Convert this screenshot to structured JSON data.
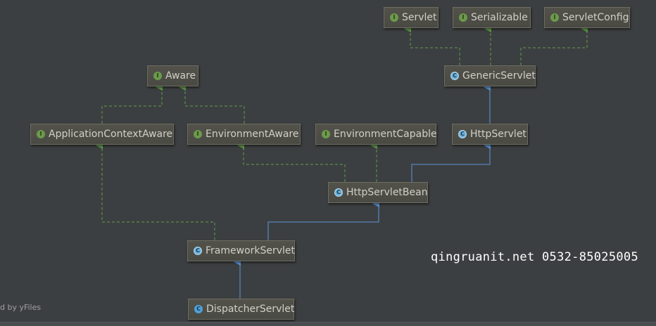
{
  "diagram": {
    "nodes": [
      {
        "id": "servlet",
        "label": "Servlet",
        "kind": "interface",
        "badge": "I"
      },
      {
        "id": "serializable",
        "label": "Serializable",
        "kind": "interface",
        "badge": "I"
      },
      {
        "id": "servletconfig",
        "label": "ServletConfig",
        "kind": "interface",
        "badge": "I"
      },
      {
        "id": "aware",
        "label": "Aware",
        "kind": "interface",
        "badge": "I"
      },
      {
        "id": "genericservlet",
        "label": "GenericServlet",
        "kind": "abstract",
        "badge": "C"
      },
      {
        "id": "appctxaware",
        "label": "ApplicationContextAware",
        "kind": "interface",
        "badge": "I"
      },
      {
        "id": "envaware",
        "label": "EnvironmentAware",
        "kind": "interface",
        "badge": "I"
      },
      {
        "id": "envcapable",
        "label": "EnvironmentCapable",
        "kind": "interface",
        "badge": "I"
      },
      {
        "id": "httpservlet",
        "label": "HttpServlet",
        "kind": "abstract",
        "badge": "C"
      },
      {
        "id": "httpservletbean",
        "label": "HttpServletBean",
        "kind": "abstract",
        "badge": "C"
      },
      {
        "id": "frameworkservlet",
        "label": "FrameworkServlet",
        "kind": "abstract",
        "badge": "C"
      },
      {
        "id": "dispatcherservlet",
        "label": "DispatcherServlet",
        "kind": "class",
        "badge": "C"
      }
    ],
    "relations": [
      {
        "from": "genericservlet",
        "to": "servlet",
        "type": "implements"
      },
      {
        "from": "genericservlet",
        "to": "serializable",
        "type": "implements"
      },
      {
        "from": "genericservlet",
        "to": "servletconfig",
        "type": "implements"
      },
      {
        "from": "httpservlet",
        "to": "genericservlet",
        "type": "extends"
      },
      {
        "from": "appctxaware",
        "to": "aware",
        "type": "extends-interface"
      },
      {
        "from": "envaware",
        "to": "aware",
        "type": "extends-interface"
      },
      {
        "from": "httpservletbean",
        "to": "envaware",
        "type": "implements"
      },
      {
        "from": "httpservletbean",
        "to": "envcapable",
        "type": "implements"
      },
      {
        "from": "httpservletbean",
        "to": "httpservlet",
        "type": "extends"
      },
      {
        "from": "frameworkservlet",
        "to": "appctxaware",
        "type": "implements"
      },
      {
        "from": "frameworkservlet",
        "to": "httpservletbean",
        "type": "extends"
      },
      {
        "from": "dispatcherservlet",
        "to": "frameworkservlet",
        "type": "extends"
      }
    ]
  },
  "colors": {
    "background": "#3c3f41",
    "implements_line": "#5f9e4a",
    "extends_line": "#5b96dc",
    "interface_badge": "#6b9a4b",
    "class_badge": "#4fa3d9"
  },
  "watermark": "qingruanit.net 0532-85025005",
  "footer": "d by yFiles"
}
